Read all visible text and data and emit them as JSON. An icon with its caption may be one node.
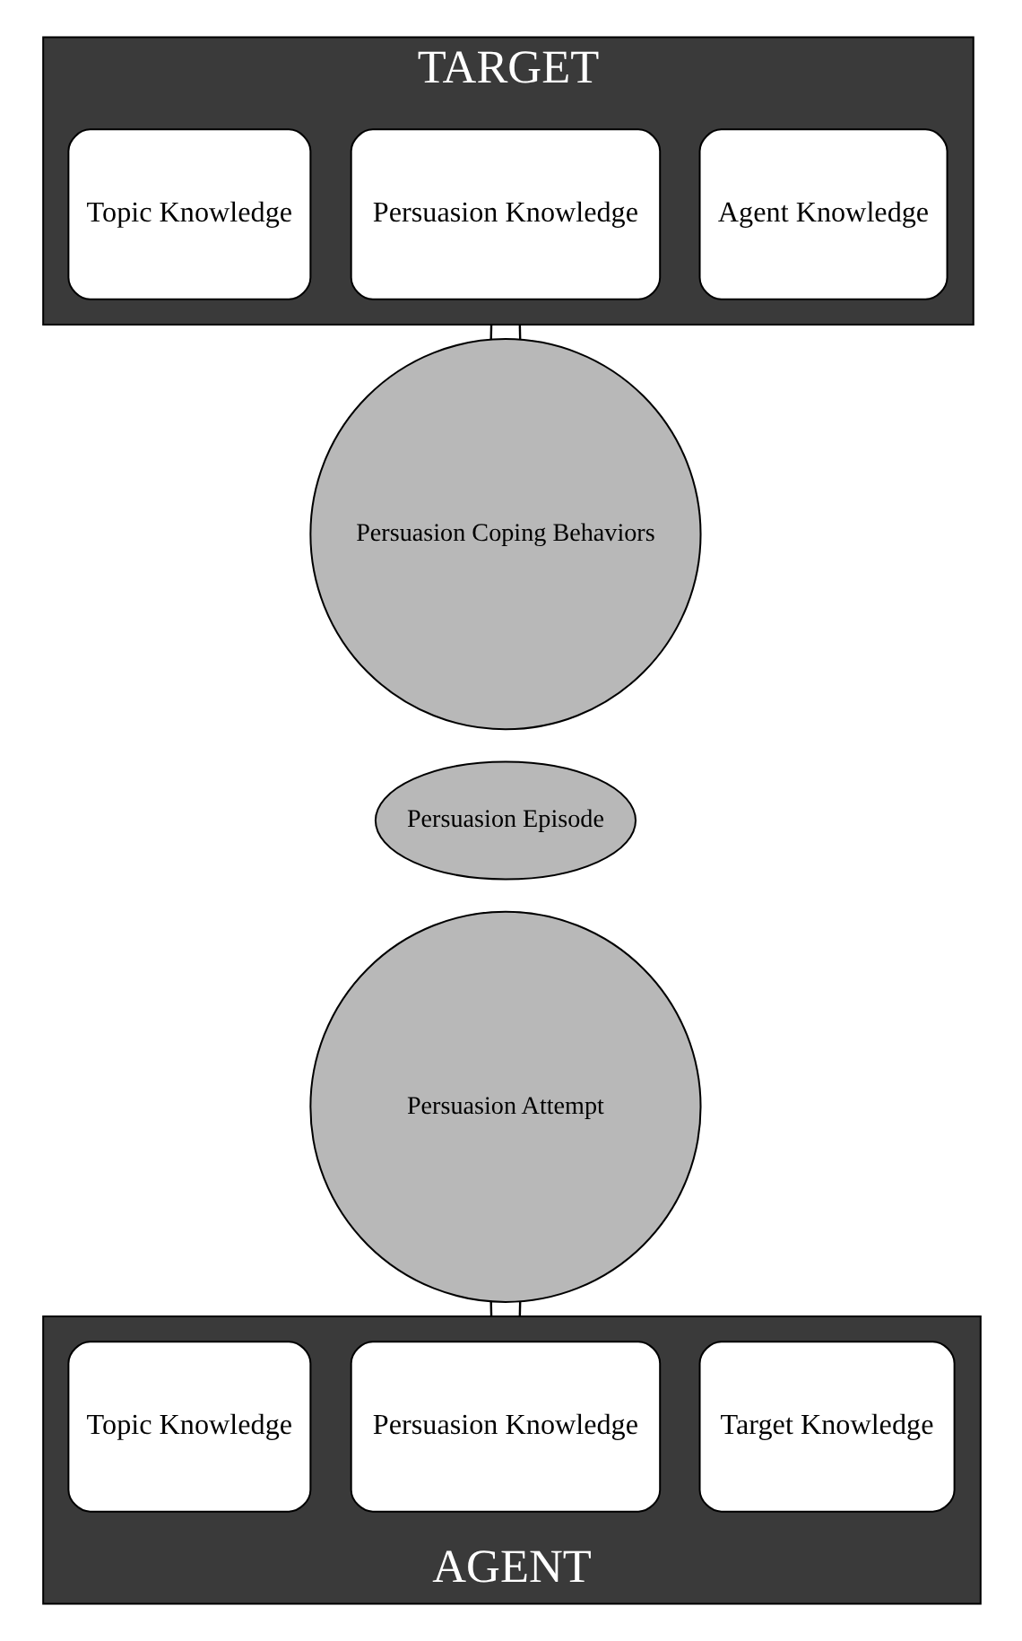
{
  "diagram": {
    "nodes": [
      {
        "text": [
          "TARGET"
        ]
      },
      {
        "text": [
          "Topic Knowledge"
        ],
        "in": 0
      },
      {
        "text": [
          "Persuasion Knowledge"
        ],
        "in": 0
      },
      {
        "text": [
          "Agent Knowledge"
        ],
        "in": 0
      },
      {
        "text": [
          "Persuasion Coping Behaviors"
        ]
      },
      {
        "text": [
          "Persuasion Episode"
        ]
      },
      {
        "text": [
          "Persuasion Attempt"
        ]
      },
      {
        "text": [
          "AGENT"
        ]
      },
      {
        "text": [
          "Topic Knowledge"
        ],
        "in": 7
      },
      {
        "text": [
          "Persuasion Knowledge"
        ],
        "in": 7
      },
      {
        "text": [
          "Target Knowledge"
        ],
        "in": 7
      }
    ],
    "edges": [
      {
        "from": 0,
        "to": 4,
        "arrow": "none"
      },
      {
        "from": 0,
        "to": 4,
        "arrow": "none"
      },
      {
        "from": 6,
        "to": 7,
        "arrow": "none"
      },
      {
        "from": 6,
        "to": 7,
        "arrow": "none"
      }
    ]
  }
}
